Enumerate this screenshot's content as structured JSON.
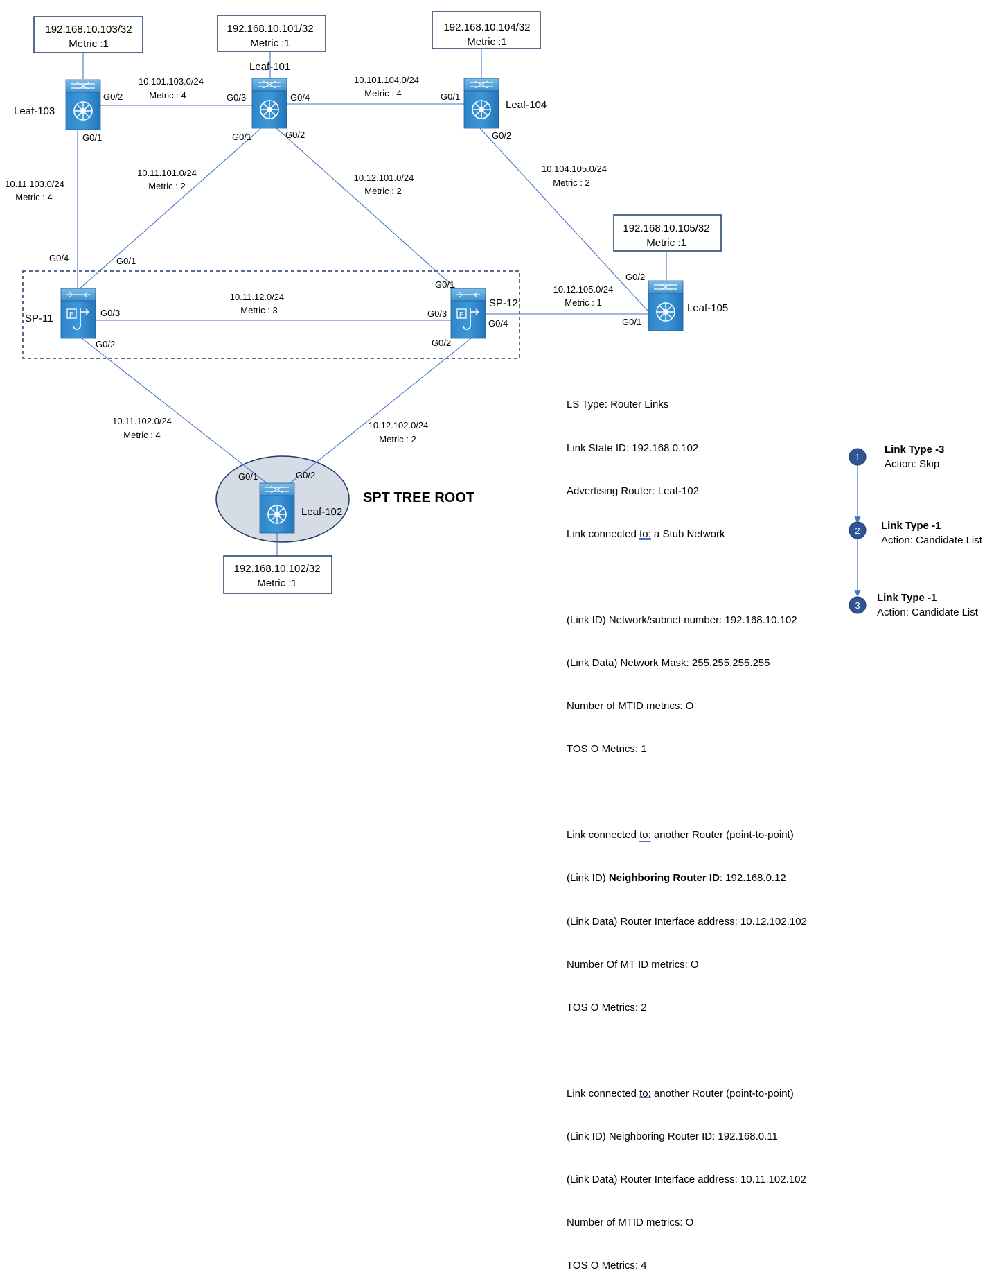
{
  "devices": {
    "leaf101": {
      "name": "Leaf-101",
      "prefix": "192.168.10.101/32",
      "metric": "Metric :1"
    },
    "leaf102": {
      "name": "Leaf-102",
      "prefix": "192.168.10.102/32",
      "metric": "Metric :1"
    },
    "leaf103": {
      "name": "Leaf-103",
      "prefix": "192.168.10.103/32",
      "metric": "Metric :1"
    },
    "leaf104": {
      "name": "Leaf-104",
      "prefix": "192.168.10.104/32",
      "metric": "Metric :1"
    },
    "leaf105": {
      "name": "Leaf-105",
      "prefix": "192.168.10.105/32",
      "metric": "Metric :1"
    },
    "sp11": {
      "name": "SP-11"
    },
    "sp12": {
      "name": "SP-12"
    }
  },
  "links": {
    "l103_101": {
      "subnet": "10.101.103.0/24",
      "metric": "Metric : 4"
    },
    "l101_104": {
      "subnet": "10.101.104.0/24",
      "metric": "Metric : 4"
    },
    "l103_11": {
      "subnet": "10.11.103.0/24",
      "metric": "Metric : 4"
    },
    "l101_11": {
      "subnet": "10.11.101.0/24",
      "metric": "Metric : 2"
    },
    "l101_12": {
      "subnet": "10.12.101.0/24",
      "metric": "Metric : 2"
    },
    "l104_105": {
      "subnet": "10.104.105.0/24",
      "metric": "Metric : 2"
    },
    "l11_12": {
      "subnet": "10.11.12.0/24",
      "metric": "Metric : 3"
    },
    "l12_105": {
      "subnet": "10.12.105.0/24",
      "metric": "Metric : 1"
    },
    "l11_102": {
      "subnet": "10.11.102.0/24",
      "metric": "Metric : 4"
    },
    "l12_102": {
      "subnet": "10.12.102.0/24",
      "metric": "Metric : 2"
    }
  },
  "interfaces": {
    "leaf103_g02": "G0/2",
    "leaf103_g01": "G0/1",
    "leaf101_g03": "G0/3",
    "leaf101_g04": "G0/4",
    "leaf101_g01": "G0/1",
    "leaf101_g02": "G0/2",
    "leaf104_g01": "G0/1",
    "leaf104_g02": "G0/2",
    "sp11_g04": "G0/4",
    "sp11_g01": "G0/1",
    "sp11_g03": "G0/3",
    "sp11_g02": "G0/2",
    "sp12_g01": "G0/1",
    "sp12_g03": "G0/3",
    "sp12_g04": "G0/4",
    "sp12_g02": "G0/2",
    "leaf105_g02": "G0/2",
    "leaf105_g01": "G0/1",
    "leaf102_g01": "G0/1",
    "leaf102_g02": "G0/2"
  },
  "root_label": "SPT TREE ROOT",
  "lsa": {
    "line1": "LS Type: Router Links",
    "line2": "Link State ID: 192.168.0.102",
    "line3": "Advertising Router: Leaf-102",
    "link1_prefix": "Link connected ",
    "to": "to:",
    "link1_suffix": " a Stub Network",
    "line5": "(Link ID) Network/subnet number: 192.168.10.102",
    "line6": "(Link Data) Network Mask: 255.255.255.255",
    "line7": "Number of MTID metrics: O",
    "line8": "TOS O Metrics: 1",
    "link2_prefix": "Link connected ",
    "link2_suffix": " another Router (point-to-point)",
    "line10_a": "(Link ID) ",
    "line10_b": "Neighboring Router ID",
    "line10_c": ": 192.168.0.12",
    "line11": "(Link Data) Router Interface address: 10.12.102.102",
    "line12": "Number Of MT ID metrics: O",
    "line13": "TOS O Metrics: 2",
    "link3_prefix": "Link connected ",
    "link3_suffix": " another Router (point-to-point)",
    "line15": "(Link ID) Neighboring Router ID: 192.168.0.11",
    "line16": "(Link Data) Router Interface address: 10.11.102.102",
    "line17": "Number of MTID metrics: O",
    "line18": "TOS O Metrics: 4"
  },
  "steps": [
    {
      "num": "1",
      "title": "Link Type -3",
      "action": "Action: Skip"
    },
    {
      "num": "2",
      "title": "Link Type -1",
      "action": "Action: Candidate List"
    },
    {
      "num": "3",
      "title": "Link Type -1",
      "action": "Action: Candidate List"
    }
  ],
  "colors": {
    "link_line": "#4472c4",
    "device_top": "#5ba3dc",
    "device_body": "#2e7fc2",
    "root_ellipse": "#d6dce5",
    "step_circle": "#2f5597"
  },
  "icons": {
    "leaf": "nexus-switch-icon",
    "spine": "layer3-switch-icon"
  }
}
